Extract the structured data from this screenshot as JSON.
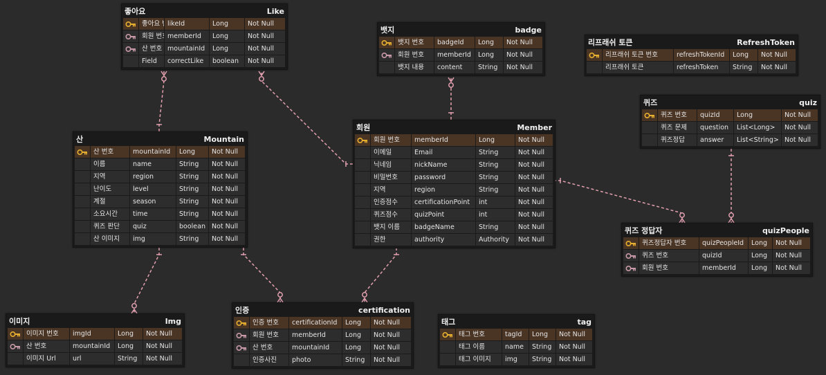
{
  "colors": {
    "background": "#2b2b2b",
    "entity": "#1a1a1a",
    "cell": "#2d2d2d",
    "pk_row": "#4a3424",
    "pk_key": "#e8b030",
    "fk_key": "#c99aa8",
    "relation": "#e3a0b0"
  },
  "entities": [
    {
      "id": "like",
      "title_ko": "좋아요",
      "title_en": "Like",
      "cols": [
        36,
        64,
        50,
        58
      ],
      "rows": [
        {
          "key": "pk",
          "ko": "좋아요 번호",
          "name": "likeId",
          "type": "Long",
          "null": "Not Null"
        },
        {
          "key": "fk",
          "ko": "회원 번호",
          "name": "memberId",
          "type": "Long",
          "null": "Not Null"
        },
        {
          "key": "fk",
          "ko": "산 번호",
          "name": "mountainId",
          "type": "Long",
          "null": "Not Null"
        },
        {
          "key": "",
          "ko": "Field",
          "name": "correctLike",
          "type": "boolean",
          "null": "Not Null"
        }
      ]
    },
    {
      "id": "badge",
      "title_ko": "뱃지",
      "title_en": "badge",
      "cols": [
        56,
        58,
        40,
        56
      ],
      "rows": [
        {
          "key": "pk",
          "ko": "뱃지 번호",
          "name": "badgeId",
          "type": "Long",
          "null": "Not Null"
        },
        {
          "key": "fk",
          "ko": "회원 번호",
          "name": "memberId",
          "type": "Long",
          "null": "Not Null"
        },
        {
          "key": "",
          "ko": "뱃지 내용",
          "name": "content",
          "type": "String",
          "null": "Not Null"
        }
      ]
    },
    {
      "id": "refresh",
      "title_ko": "리프래쉬 토큰",
      "title_en": "RefreshToken",
      "cols": [
        102,
        80,
        40,
        54
      ],
      "rows": [
        {
          "key": "pk",
          "ko": "리프래쉬 토큰 번호",
          "name": "refreshTokenId",
          "type": "Long",
          "null": "Not Null"
        },
        {
          "key": "",
          "ko": "리프래쉬 토큰",
          "name": "refreshToken",
          "type": "String",
          "null": "Not Null"
        }
      ]
    },
    {
      "id": "quiz",
      "title_ko": "퀴즈",
      "title_en": "quiz",
      "cols": [
        56,
        52,
        68,
        52
      ],
      "rows": [
        {
          "key": "pk",
          "ko": "퀴즈 번호",
          "name": "quizId",
          "type": "Long",
          "null": "Not Null"
        },
        {
          "key": "",
          "ko": "퀴즈 문제",
          "name": "question",
          "type": "List<Long>",
          "null": "Not Null"
        },
        {
          "key": "",
          "ko": "퀴즈정답",
          "name": "answer",
          "type": "List<String>",
          "null": "Not Null"
        }
      ]
    },
    {
      "id": "mountain",
      "title_ko": "산",
      "title_en": "Mountain",
      "cols": [
        56,
        66,
        46,
        52
      ],
      "rows": [
        {
          "key": "pk",
          "ko": "산 번호",
          "name": "mountainId",
          "type": "Long",
          "null": "Not Null"
        },
        {
          "key": "",
          "ko": "이름",
          "name": "name",
          "type": "String",
          "null": "Not Null"
        },
        {
          "key": "",
          "ko": "지역",
          "name": "region",
          "type": "String",
          "null": "Not Null"
        },
        {
          "key": "",
          "ko": "난이도",
          "name": "level",
          "type": "String",
          "null": "Not Null"
        },
        {
          "key": "",
          "ko": "계절",
          "name": "season",
          "type": "String",
          "null": "Not Null"
        },
        {
          "key": "",
          "ko": "소요시간",
          "name": "time",
          "type": "String",
          "null": "Not Null"
        },
        {
          "key": "",
          "ko": "퀴즈 판단",
          "name": "quiz",
          "type": "boolean",
          "null": "Not Null"
        },
        {
          "key": "",
          "ko": "산 이미지",
          "name": "img",
          "type": "String",
          "null": "Not Null"
        }
      ]
    },
    {
      "id": "member",
      "title_ko": "회원",
      "title_en": "Member",
      "cols": [
        58,
        92,
        56,
        54
      ],
      "rows": [
        {
          "key": "pk",
          "ko": "회원 번호",
          "name": "memberId",
          "type": "Long",
          "null": "Not Null"
        },
        {
          "key": "",
          "ko": "이메일",
          "name": "Email",
          "type": "String",
          "null": "Not Null"
        },
        {
          "key": "",
          "ko": "닉네임",
          "name": "nickName",
          "type": "String",
          "null": "Not Null"
        },
        {
          "key": "",
          "ko": "비밀번호",
          "name": "password",
          "type": "String",
          "null": "Not Null"
        },
        {
          "key": "",
          "ko": "지역",
          "name": "region",
          "type": "String",
          "null": "Not Null"
        },
        {
          "key": "",
          "ko": "인증점수",
          "name": "certificationPoint",
          "type": "int",
          "null": "Not Null"
        },
        {
          "key": "",
          "ko": "퀴즈점수",
          "name": "quizPoint",
          "type": "int",
          "null": "Not Null"
        },
        {
          "key": "",
          "ko": "뱃지 이름",
          "name": "badgeName",
          "type": "String",
          "null": "Not Null"
        },
        {
          "key": "",
          "ko": "권한",
          "name": "authority",
          "type": "Authority",
          "null": "Not Null"
        }
      ]
    },
    {
      "id": "quizPeople",
      "title_ko": "퀴즈 정답자",
      "title_en": "quizPeople",
      "cols": [
        86,
        70,
        34,
        54
      ],
      "rows": [
        {
          "key": "pk",
          "ko": "퀴즈정답자 번호",
          "name": "quizPeopleId",
          "type": "Long",
          "null": "Not Null"
        },
        {
          "key": "fk",
          "ko": "퀴즈 번호",
          "name": "quizId",
          "type": "Long",
          "null": "Not Null"
        },
        {
          "key": "fk",
          "ko": "회원 번호",
          "name": "memberId",
          "type": "Long",
          "null": "Not Null"
        }
      ]
    },
    {
      "id": "img",
      "title_ko": "이미지",
      "title_en": "Img",
      "cols": [
        66,
        64,
        40,
        56
      ],
      "rows": [
        {
          "key": "pk",
          "ko": "이미지 번호",
          "name": "imgId",
          "type": "Long",
          "null": "Not Null"
        },
        {
          "key": "fk",
          "ko": "산 번호",
          "name": "mountainId",
          "type": "Long",
          "null": "Not Null"
        },
        {
          "key": "",
          "ko": "이미지 Url",
          "name": "url",
          "type": "String",
          "null": "Not Null"
        }
      ]
    },
    {
      "id": "certification",
      "title_ko": "인증",
      "title_en": "certification",
      "cols": [
        56,
        76,
        40,
        58
      ],
      "rows": [
        {
          "key": "pk",
          "ko": "인증 번호",
          "name": "certificationId",
          "type": "Long",
          "null": "Not Null"
        },
        {
          "key": "fk",
          "ko": "회원 번호",
          "name": "memberId",
          "type": "Long",
          "null": "Not Null"
        },
        {
          "key": "fk",
          "ko": "산 번호",
          "name": "mountainId",
          "type": "Long",
          "null": "Not Null"
        },
        {
          "key": "",
          "ko": "인증사진",
          "name": "photo",
          "type": "String",
          "null": "Not Null"
        }
      ]
    },
    {
      "id": "tag",
      "title_ko": "태그",
      "title_en": "tag",
      "cols": [
        66,
        38,
        38,
        52
      ],
      "rows": [
        {
          "key": "pk",
          "ko": "태그 번호",
          "name": "tagId",
          "type": "Long",
          "null": "Not Null"
        },
        {
          "key": "",
          "ko": "태그 이름",
          "name": "name",
          "type": "String",
          "null": "Not Null"
        },
        {
          "key": "",
          "ko": "태그 이미지",
          "name": "img",
          "type": "String",
          "null": "Not Null"
        }
      ]
    }
  ],
  "relations": [
    {
      "from": "mountain",
      "to": "like",
      "label": ""
    },
    {
      "from": "member",
      "to": "like",
      "label": ""
    },
    {
      "from": "member",
      "to": "badge",
      "label": ""
    },
    {
      "from": "member",
      "to": "quizPeople",
      "label": ""
    },
    {
      "from": "quiz",
      "to": "quizPeople",
      "label": ""
    },
    {
      "from": "mountain",
      "to": "img",
      "label": ""
    },
    {
      "from": "mountain",
      "to": "certification",
      "label": ""
    },
    {
      "from": "member",
      "to": "certification",
      "label": ""
    }
  ]
}
